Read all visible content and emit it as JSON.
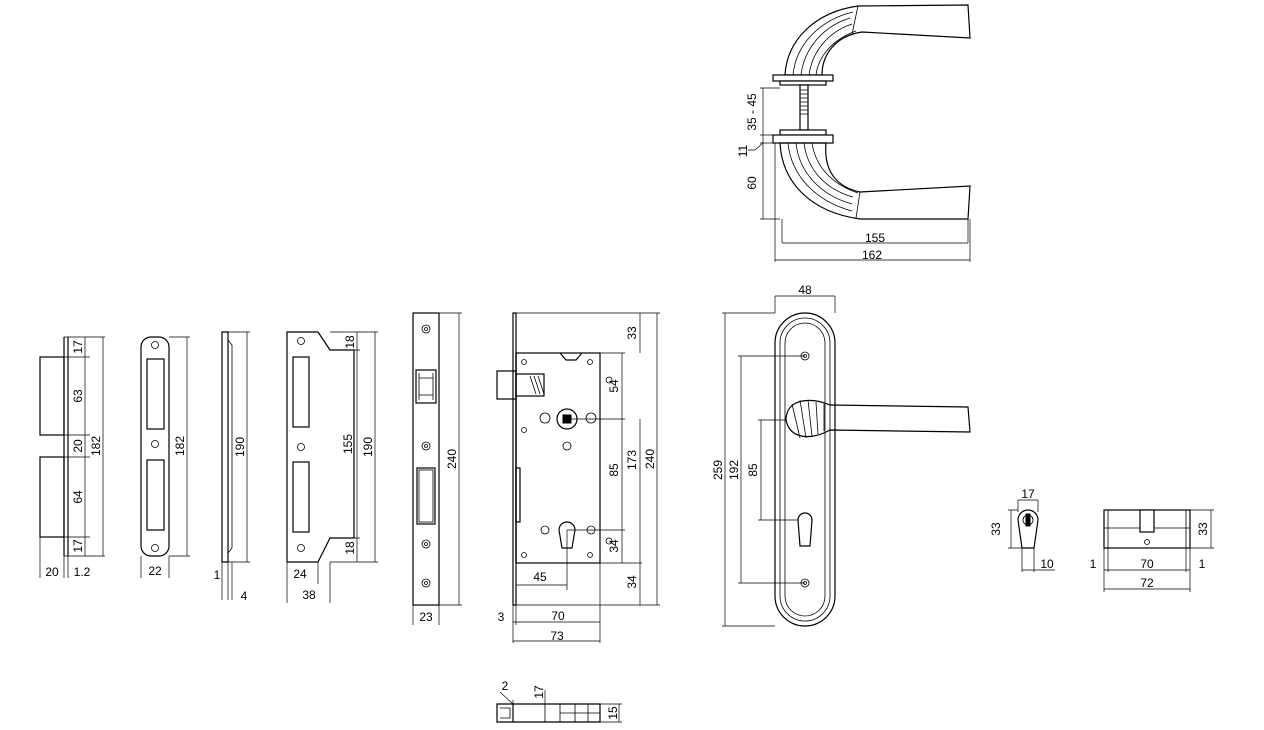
{
  "handle_top": {
    "d_35_45": "35 - 45",
    "d_11": "11",
    "d_60": "60",
    "d_155": "155",
    "d_162": "162"
  },
  "strike1": {
    "d_17a": "17",
    "d_63": "63",
    "d_20": "20",
    "d_182": "182",
    "d_64": "64",
    "d_17b": "17",
    "d_20w": "20",
    "d_1_2": "1.2"
  },
  "strike2": {
    "d_182": "182",
    "d_22": "22"
  },
  "strike3": {
    "d_190": "190",
    "d_1": "1",
    "d_4": "4"
  },
  "strike4": {
    "d_18a": "18",
    "d_155": "155",
    "d_190": "190",
    "d_18b": "18",
    "d_24": "24",
    "d_38": "38"
  },
  "faceplate": {
    "d_240": "240",
    "d_23": "23"
  },
  "lockbody": {
    "d_33": "33",
    "d_54": "54",
    "d_85": "85",
    "d_173": "173",
    "d_240": "240",
    "d_34a": "34",
    "d_34b": "34",
    "d_45": "45",
    "d_3": "3",
    "d_70": "70",
    "d_73": "73"
  },
  "bolt": {
    "d_2": "2",
    "d_17": "17",
    "d_15": "15"
  },
  "plate": {
    "d_48": "48",
    "d_259": "259",
    "d_192": "192",
    "d_85": "85"
  },
  "cyl_side": {
    "d_17": "17",
    "d_33": "33",
    "d_10": "10"
  },
  "cyl_front": {
    "d_1a": "1",
    "d_70": "70",
    "d_1b": "1",
    "d_33": "33",
    "d_72": "72"
  }
}
